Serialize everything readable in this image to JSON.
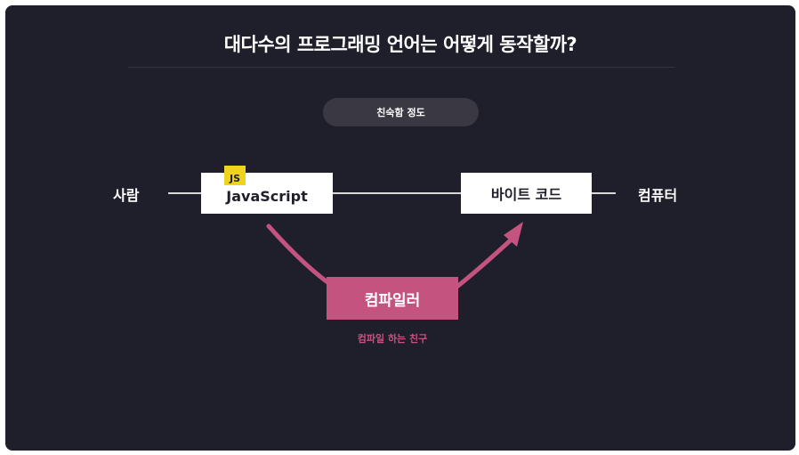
{
  "title": "대다수의 프로그래밍 언어는 어떻게 동작할까?",
  "familiarity_label": "친숙함 정도",
  "diagram": {
    "left_endpoint": "사람",
    "right_endpoint": "컴퓨터",
    "source_box": {
      "label": "JavaScript",
      "badge": "JS"
    },
    "target_box": {
      "label": "바이트 코드"
    },
    "compiler": {
      "label": "컴파일러",
      "caption": "컴파일 하는 친구"
    }
  },
  "colors": {
    "background": "#1f1e2b",
    "box": "#ffffff",
    "js_badge": "#f0d31c",
    "compiler": "#c4547f"
  }
}
